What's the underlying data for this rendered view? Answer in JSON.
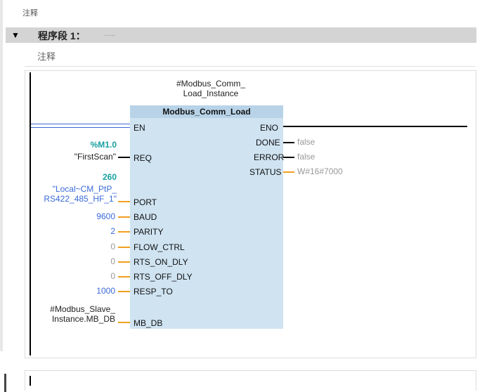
{
  "top_comment": "注释",
  "segment": {
    "title": "程序段 1：",
    "subtitle": "......",
    "comment": "注释"
  },
  "block": {
    "instance_line1": "#Modbus_Comm_",
    "instance_line2": "Load_Instance",
    "name": "Modbus_Comm_Load",
    "inputs": [
      {
        "pin": "EN",
        "value": ""
      },
      {
        "pin": "REQ",
        "value": "\"FirstScan\"",
        "addr": "%M1.0"
      },
      {
        "pin": "PORT",
        "addr": "260",
        "value_line1": "\"Local~CM_PtP_",
        "value_line2": "RS422_485_HF_1\""
      },
      {
        "pin": "BAUD",
        "value": "9600"
      },
      {
        "pin": "PARITY",
        "value": "2"
      },
      {
        "pin": "FLOW_CTRL",
        "value": "0"
      },
      {
        "pin": "RTS_ON_DLY",
        "value": "0"
      },
      {
        "pin": "RTS_OFF_DLY",
        "value": "0"
      },
      {
        "pin": "RESP_TO",
        "value": "1000"
      },
      {
        "pin": "MB_DB",
        "value_line1": "#Modbus_Slave_",
        "value_line2": "Instance.MB_DB"
      }
    ],
    "outputs": [
      {
        "pin": "ENO",
        "value": ""
      },
      {
        "pin": "DONE",
        "value": "false"
      },
      {
        "pin": "ERROR",
        "value": "false"
      },
      {
        "pin": "STATUS",
        "value": "W#16#7000"
      }
    ]
  },
  "colors": {
    "block_bg": "#cfe3f1",
    "block_header": "#b8d3e8",
    "wire_orange": "#f0a020",
    "teal": "#1aa0a0",
    "blue": "#3a6ad8",
    "segment_bar": "#d4d4d4"
  }
}
